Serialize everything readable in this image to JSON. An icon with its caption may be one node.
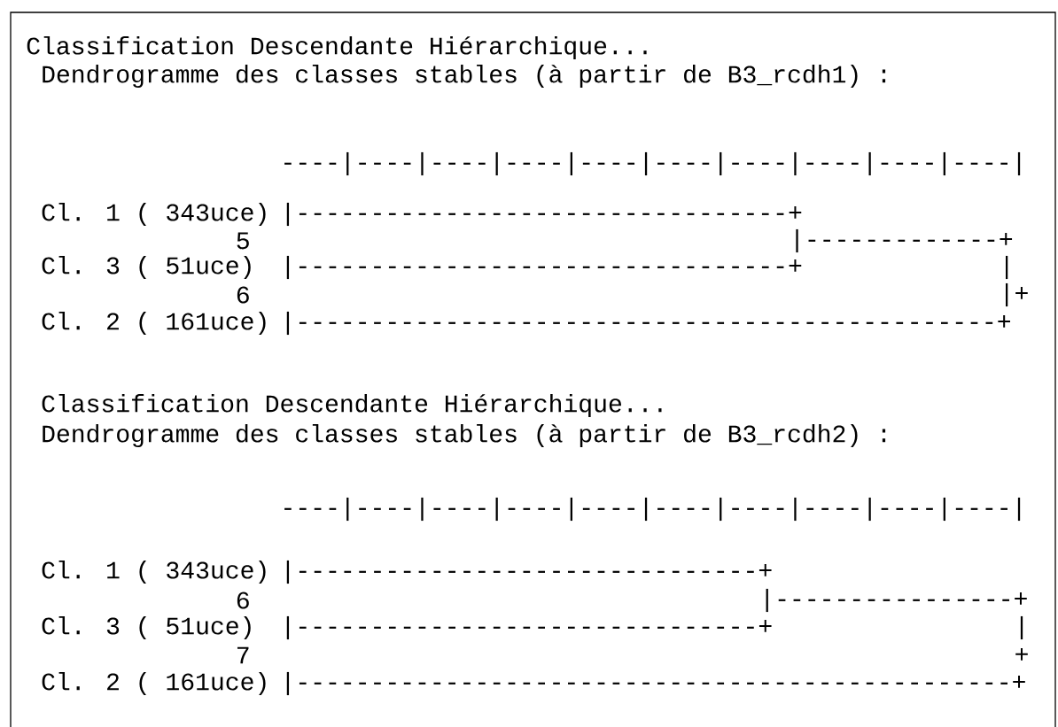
{
  "diagram": {
    "labels": [
      "Classification Descendante Hiérarchique...",
      "Dendrogramme des classes stables (à partir de B3_rcdh1) :",
      "----|----|----|----|----|----|----|----|----|----|",
      "Cl. 1 ( 343uce)",
      "|---------------------------------+",
      "5",
      "|-------------+",
      "Cl. 3 (  51uce)",
      "|---------------------------------+",
      "|",
      "6",
      "|+",
      "Cl. 2 ( 161uce)",
      "|-----------------------------------------------+",
      "Classification Descendante Hiérarchique...",
      "Dendrogramme des classes stables (à partir de B3_rcdh2) :",
      "----|----|----|----|----|----|----|----|----|----|",
      "Cl. 1 ( 343uce)",
      "|-------------------------------+",
      "6",
      "|----------------+",
      "Cl. 3 (  51uce)",
      "|-------------------------------+",
      "|",
      "7",
      "+",
      "Cl. 2 ( 161uce)",
      "|------------------------------------------------+"
    ]
  }
}
